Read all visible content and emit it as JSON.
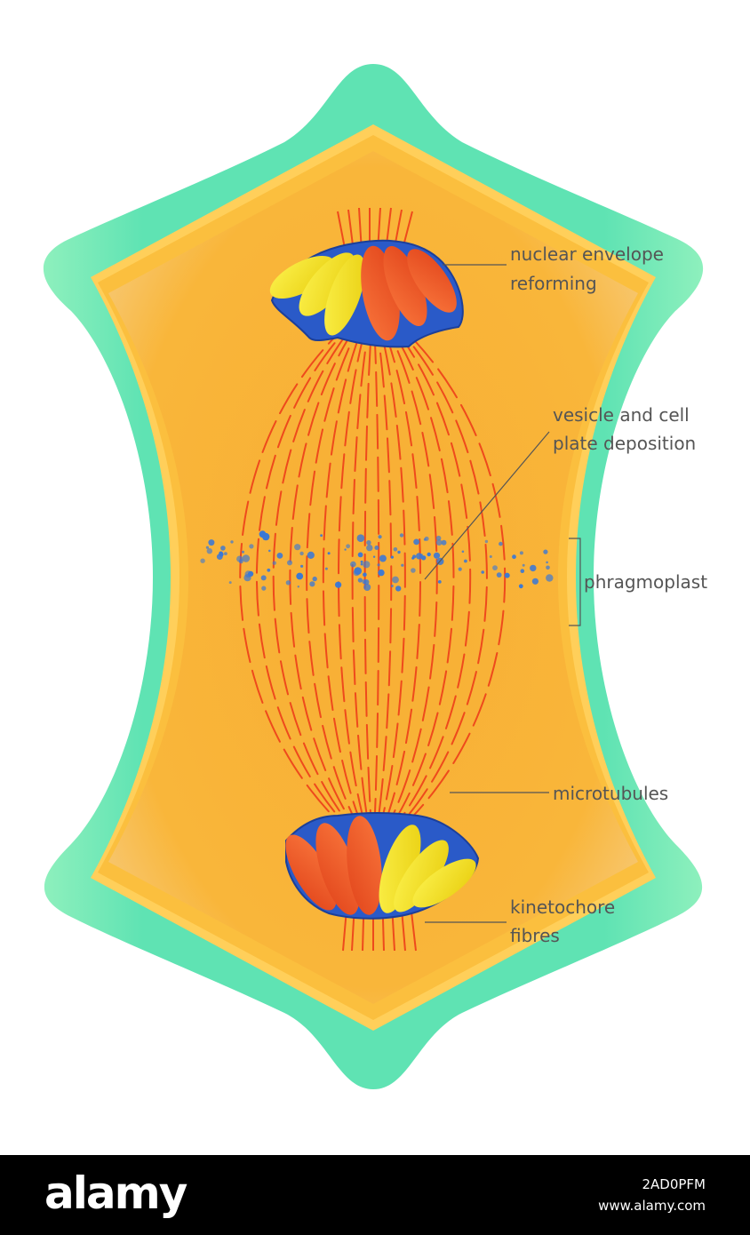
{
  "labels": {
    "nuclear_envelope_line1": "nuclear envelope",
    "nuclear_envelope_line2": "reforming",
    "vesicle_line1": "vesicle and cell",
    "vesicle_line2": "plate deposition",
    "phragmoplast": "phragmoplast",
    "microtubules": "microtubules",
    "kinetochore_line1": "kinetochore",
    "kinetochore_line2": "fibres"
  },
  "footer": {
    "logo": "alamy",
    "image_id": "2AD0PFM",
    "site": "www.alamy.com"
  },
  "colors": {
    "cell_wall": "#6fe6b0",
    "membrane": "#ffd36a",
    "cytoplasm": "#f9b12f",
    "spindle": "#ee4a1c",
    "chromosome_yellow": "#f5e51b",
    "chromosome_red": "#f05a28",
    "envelope_outline": "#1f4fb8",
    "vesicles": "#3a78d6"
  }
}
